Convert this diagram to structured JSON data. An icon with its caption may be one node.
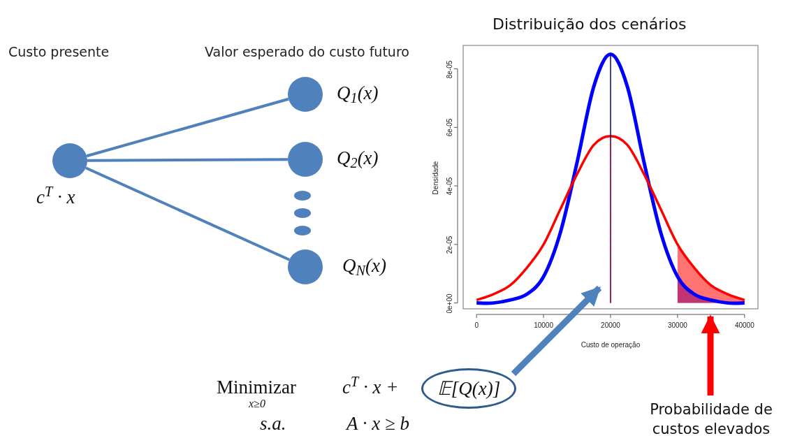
{
  "diagram": {
    "nodes": [
      {
        "text": [],
        "shape": "circle",
        "beside": [
          "c$^{T}$ · x"
        ]
      },
      {
        "text": [],
        "shape": "circle",
        "beside": [
          "Q$_{1}$(x)"
        ]
      },
      {
        "text": [],
        "shape": "circle",
        "beside": [
          "Q$_{2}$(x)"
        ]
      },
      {
        "text": [],
        "shape": "circle",
        "beside": [
          "Q$_{N}$(x)"
        ]
      },
      {
        "text": [
          "𝔼[Q(x)]"
        ]
      },
      {
        "text": [
          "Probabilidade de custos elevados"
        ]
      },
      {
        "text": [],
        "shape": "area"
      },
      {
        "text": [],
        "shape": "line"
      }
    ],
    "edges": [
      {
        "from": 0,
        "to": 1,
        "arrow": "none"
      },
      {
        "from": 0,
        "to": 2,
        "arrow": "none"
      },
      {
        "from": 0,
        "to": 3,
        "arrow": "none"
      },
      {
        "from": 4,
        "to": 7,
        "arrow": "to",
        "style": "thick"
      },
      {
        "from": 5,
        "to": 6,
        "arrow": "to",
        "style": "thick",
        "color": "#ff0000"
      }
    ],
    "labels": [
      "Custo presente",
      "Valor esperado do custo futuro",
      "Minimizar",
      "x≥0",
      "c$^{T}$ · x +",
      "s.a.",
      "A · x ≥ b"
    ],
    "chart_data": {
      "type": "line",
      "title": "Distribuição dos cenários",
      "xlabel": "Custo de operação",
      "ylabel": "Densidade",
      "x": [
        0,
        2500,
        5000,
        7500,
        10000,
        12500,
        15000,
        17500,
        20000,
        22500,
        25000,
        27500,
        30000,
        32500,
        35000,
        37500,
        40000
      ],
      "series": [
        {
          "color": "#0000ff",
          "values": [
            0.0,
            0.0,
            1e-06,
            3e-06,
            9e-06,
            2.4e-05,
            4.8e-05,
            7.4e-05,
            8.5e-05,
            7.4e-05,
            4.8e-05,
            2.4e-05,
            9e-06,
            3e-06,
            1e-06,
            0.0,
            0.0
          ]
        },
        {
          "color": "#ff0000",
          "values": [
            1e-06,
            3e-06,
            6e-06,
            1.2e-05,
            2e-05,
            3.2e-05,
            4.4e-05,
            5.4e-05,
            5.7e-05,
            5.4e-05,
            4.4e-05,
            3.2e-05,
            2e-05,
            1.2e-05,
            6e-06,
            3e-06,
            1e-06
          ]
        }
      ],
      "xlim": [
        -2000,
        42000
      ],
      "ylim": [
        -2e-06,
        8.8e-05
      ],
      "xticks": [
        0,
        10000,
        20000,
        30000,
        40000
      ],
      "yticks": [
        {
          "value": 0,
          "label": "0e+00"
        },
        {
          "value": 2e-05,
          "label": "2e-05"
        },
        {
          "value": 4e-05,
          "label": "4e-05"
        },
        {
          "value": 6e-05,
          "label": "6e-05"
        },
        {
          "value": 8e-05,
          "label": "8e-05"
        }
      ],
      "ref_lines": [
        {
          "axis": "x",
          "value": 20000,
          "color": "#000080"
        },
        {
          "axis": "x",
          "value": 20000,
          "color": "#ff0000"
        }
      ]
    }
  }
}
